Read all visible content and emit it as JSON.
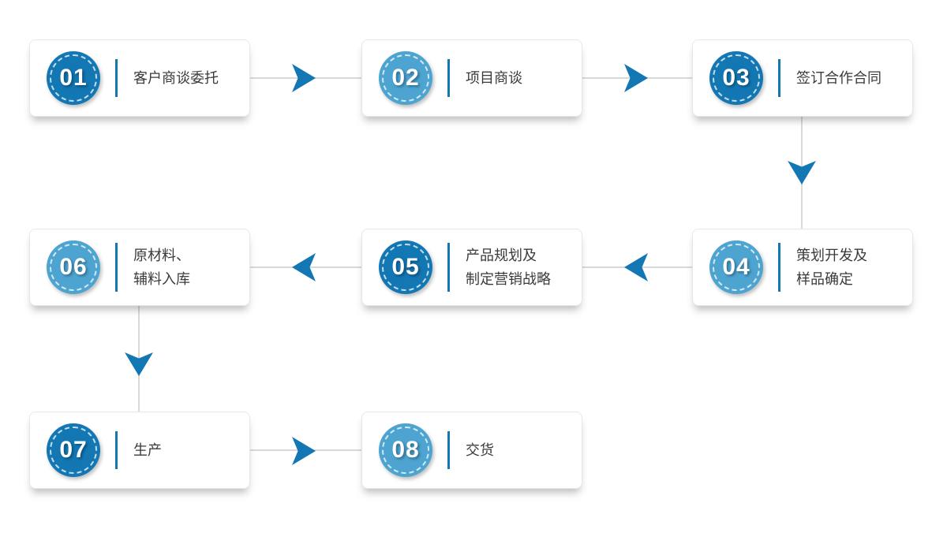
{
  "flow": {
    "title": "production-cooperation-process-flowchart",
    "colors": {
      "dark_blue": "#1377b4",
      "light_blue": "#4da4d1",
      "connector_gray": "#d9d9d9",
      "text": "#3a3a3a",
      "card_bg": "#ffffff"
    },
    "steps": [
      {
        "number": "01",
        "lines": [
          "客户商谈委托"
        ],
        "circle_color": "#1377b4"
      },
      {
        "number": "02",
        "lines": [
          "项目商谈"
        ],
        "circle_color": "#4da4d1"
      },
      {
        "number": "03",
        "lines": [
          "签订合作合同"
        ],
        "circle_color": "#1377b4"
      },
      {
        "number": "04",
        "lines": [
          "策划开发及",
          "样品确定"
        ],
        "circle_color": "#4da4d1"
      },
      {
        "number": "05",
        "lines": [
          "产品规划及",
          "制定营销战略"
        ],
        "circle_color": "#1377b4"
      },
      {
        "number": "06",
        "lines": [
          "原材料、",
          "辅料入库"
        ],
        "circle_color": "#4da4d1"
      },
      {
        "number": "07",
        "lines": [
          "生产"
        ],
        "circle_color": "#1377b4"
      },
      {
        "number": "08",
        "lines": [
          "交货"
        ],
        "circle_color": "#4da4d1"
      }
    ],
    "connections": [
      {
        "from": "01",
        "to": "02",
        "direction": "right"
      },
      {
        "from": "02",
        "to": "03",
        "direction": "right"
      },
      {
        "from": "03",
        "to": "04",
        "direction": "down"
      },
      {
        "from": "04",
        "to": "05",
        "direction": "left"
      },
      {
        "from": "05",
        "to": "06",
        "direction": "left"
      },
      {
        "from": "06",
        "to": "07",
        "direction": "down"
      },
      {
        "from": "07",
        "to": "08",
        "direction": "right"
      }
    ]
  }
}
